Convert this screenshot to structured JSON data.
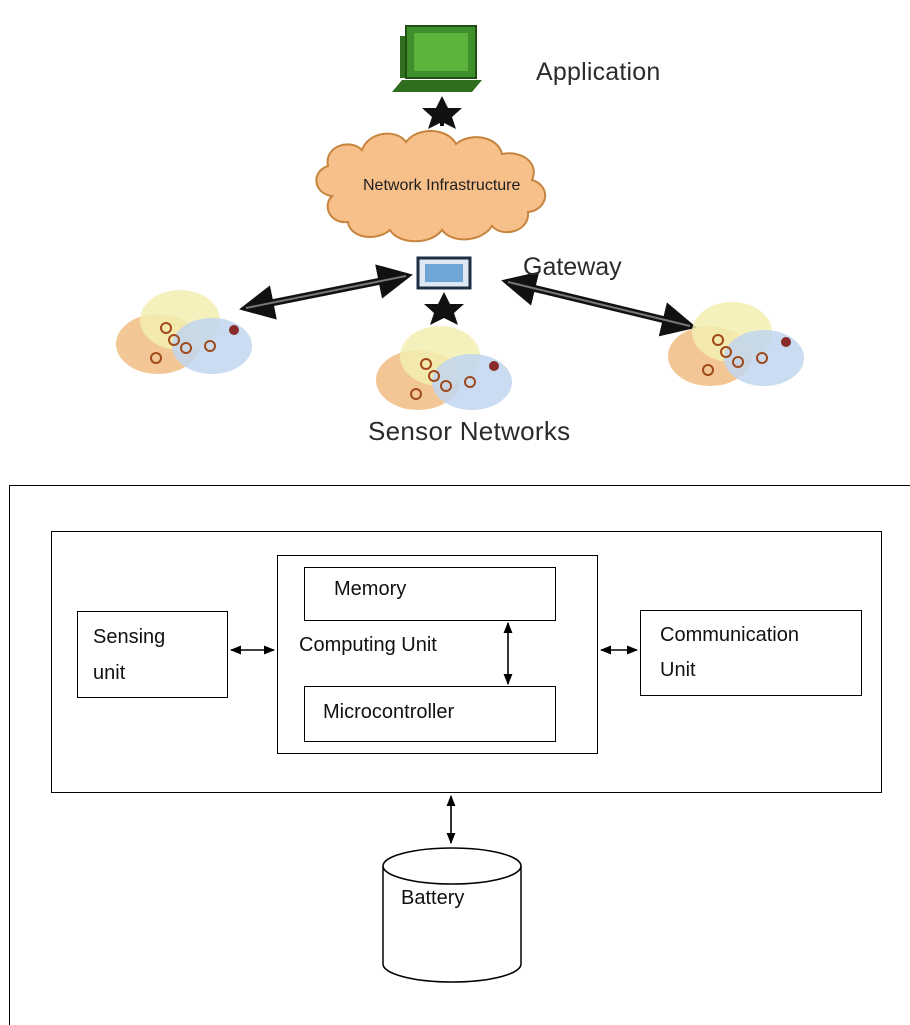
{
  "network_figure": {
    "application_label": "Application",
    "network_label": "Network Infrastructure",
    "gateway_label": "Gateway",
    "sensor_networks_label": "Sensor Networks",
    "colors": {
      "computer": "#3f8f2a",
      "cloud_fill": "#f7c08a",
      "cloud_stroke": "#c7843e",
      "gateway_screen": "#6ea6d6",
      "cluster_orange": "#f2c18a",
      "cluster_yellow": "#f3efb0",
      "cluster_blue": "#bfd6ee",
      "arrow": "#111111"
    }
  },
  "block_diagram": {
    "sensing_unit": [
      "Sensing",
      "unit"
    ],
    "computing_unit": "Computing Unit",
    "memory": "Memory",
    "microcontroller": "Microcontroller",
    "communication_unit": [
      "Communication",
      "Unit"
    ],
    "battery": "Battery"
  }
}
